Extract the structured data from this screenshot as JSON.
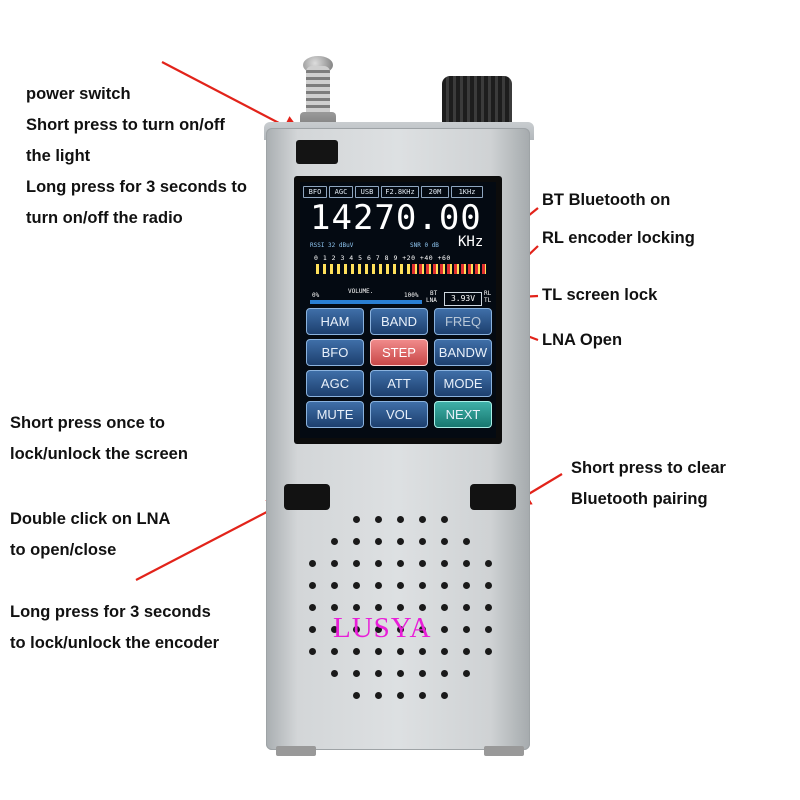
{
  "annotations": {
    "power": [
      "power switch",
      "Short press to  turn on/off",
      "the light",
      "Long press for 3 seconds to",
      "turn on/off  the radio"
    ],
    "bt": "BT Bluetooth on",
    "rl": "RL encoder locking",
    "tl": "TL screen lock",
    "lna": "LNA Open",
    "left_lock": [
      "Short press once to",
      "lock/unlock the screen"
    ],
    "left_lna": [
      "Double click on LNA",
      "to  open/close"
    ],
    "left_encoder": [
      "Long press for 3 seconds",
      "to lock/unlock the encoder"
    ],
    "right_bt": [
      "Short press to clear",
      "Bluetooth pairing"
    ]
  },
  "screen": {
    "chips": [
      "BFO",
      "AGC",
      "USB",
      "F2.8KHz",
      "20M",
      "1KHz"
    ],
    "frequency": "14270.00",
    "unit": "KHz",
    "rssi": "RSSI 32 dBuV",
    "snr": "SNR 0 dB",
    "scale": "0 1 2 3 4 5 6 7 8 9   +20  +40  +60",
    "vol_min": "0%",
    "vol_label": "VOLUME.",
    "vol_max": "100%",
    "bt": "BT",
    "lna": "LNA",
    "battery": "3.93V",
    "rl": "RL",
    "tl": "TL",
    "volume_level": 1.0,
    "keys": [
      {
        "label": "HAM",
        "state": "normal"
      },
      {
        "label": "BAND",
        "state": "normal"
      },
      {
        "label": "FREQ",
        "state": "dim"
      },
      {
        "label": "BFO",
        "state": "normal"
      },
      {
        "label": "STEP",
        "state": "active"
      },
      {
        "label": "BANDW",
        "state": "normal"
      },
      {
        "label": "AGC",
        "state": "normal"
      },
      {
        "label": "ATT",
        "state": "normal"
      },
      {
        "label": "MODE",
        "state": "normal"
      },
      {
        "label": "MUTE",
        "state": "normal"
      },
      {
        "label": "VOL",
        "state": "normal"
      },
      {
        "label": "NEXT",
        "state": "next"
      }
    ]
  },
  "brand": "LUSYA",
  "colors": {
    "arrow": "#e2231a",
    "brand": "#e81ed8",
    "active_key": "#c94848"
  }
}
